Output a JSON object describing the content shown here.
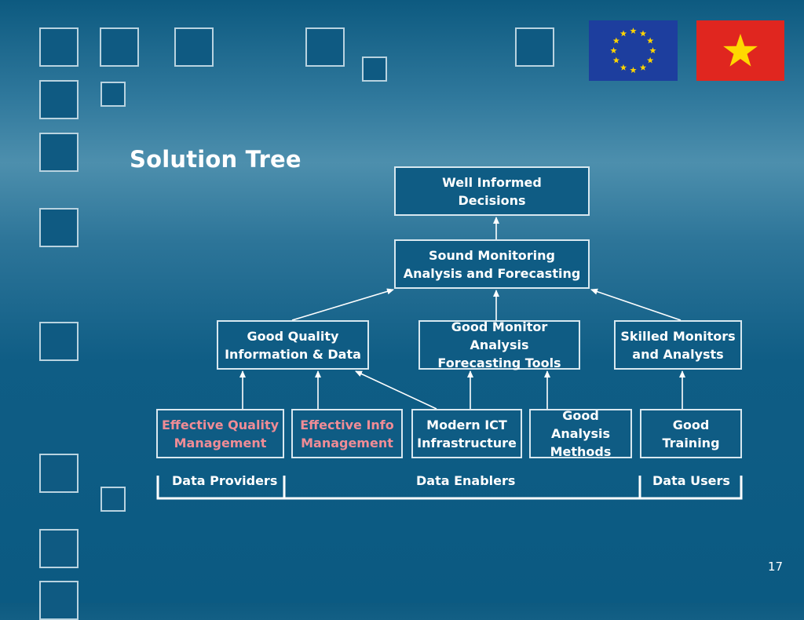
{
  "slide": {
    "title": "Solution Tree",
    "page_number": "17"
  },
  "nodes": {
    "root": "Well Informed\nDecisions",
    "middle": "Sound Monitoring\nAnalysis and Forecasting",
    "good_quality_info": "Good Quality\nInformation & Data",
    "monitor_tools": "Good Monitor Analysis\nForecasting Tools",
    "skilled_monitors": "Skilled Monitors\nand Analysts",
    "effective_quality": "Effective Quality\nManagement",
    "effective_info": "Effective Info\nManagement",
    "modern_ict": "Modern ICT\nInfrastructure",
    "analysis_methods": "Good Analysis\nMethods",
    "good_training": "Good\nTraining"
  },
  "groups": {
    "providers": "Data Providers",
    "enablers": "Data Enablers",
    "users": "Data Users"
  },
  "colors": {
    "highlight_text": "#f08c96",
    "eu_blue": "#1d3e9e",
    "eu_star": "#ffd400",
    "vn_red": "#e0261f",
    "vn_star": "#ffd800"
  },
  "icons": {
    "eu_flag": "eu-flag-icon",
    "vietnam_flag": "vietnam-flag-icon"
  }
}
